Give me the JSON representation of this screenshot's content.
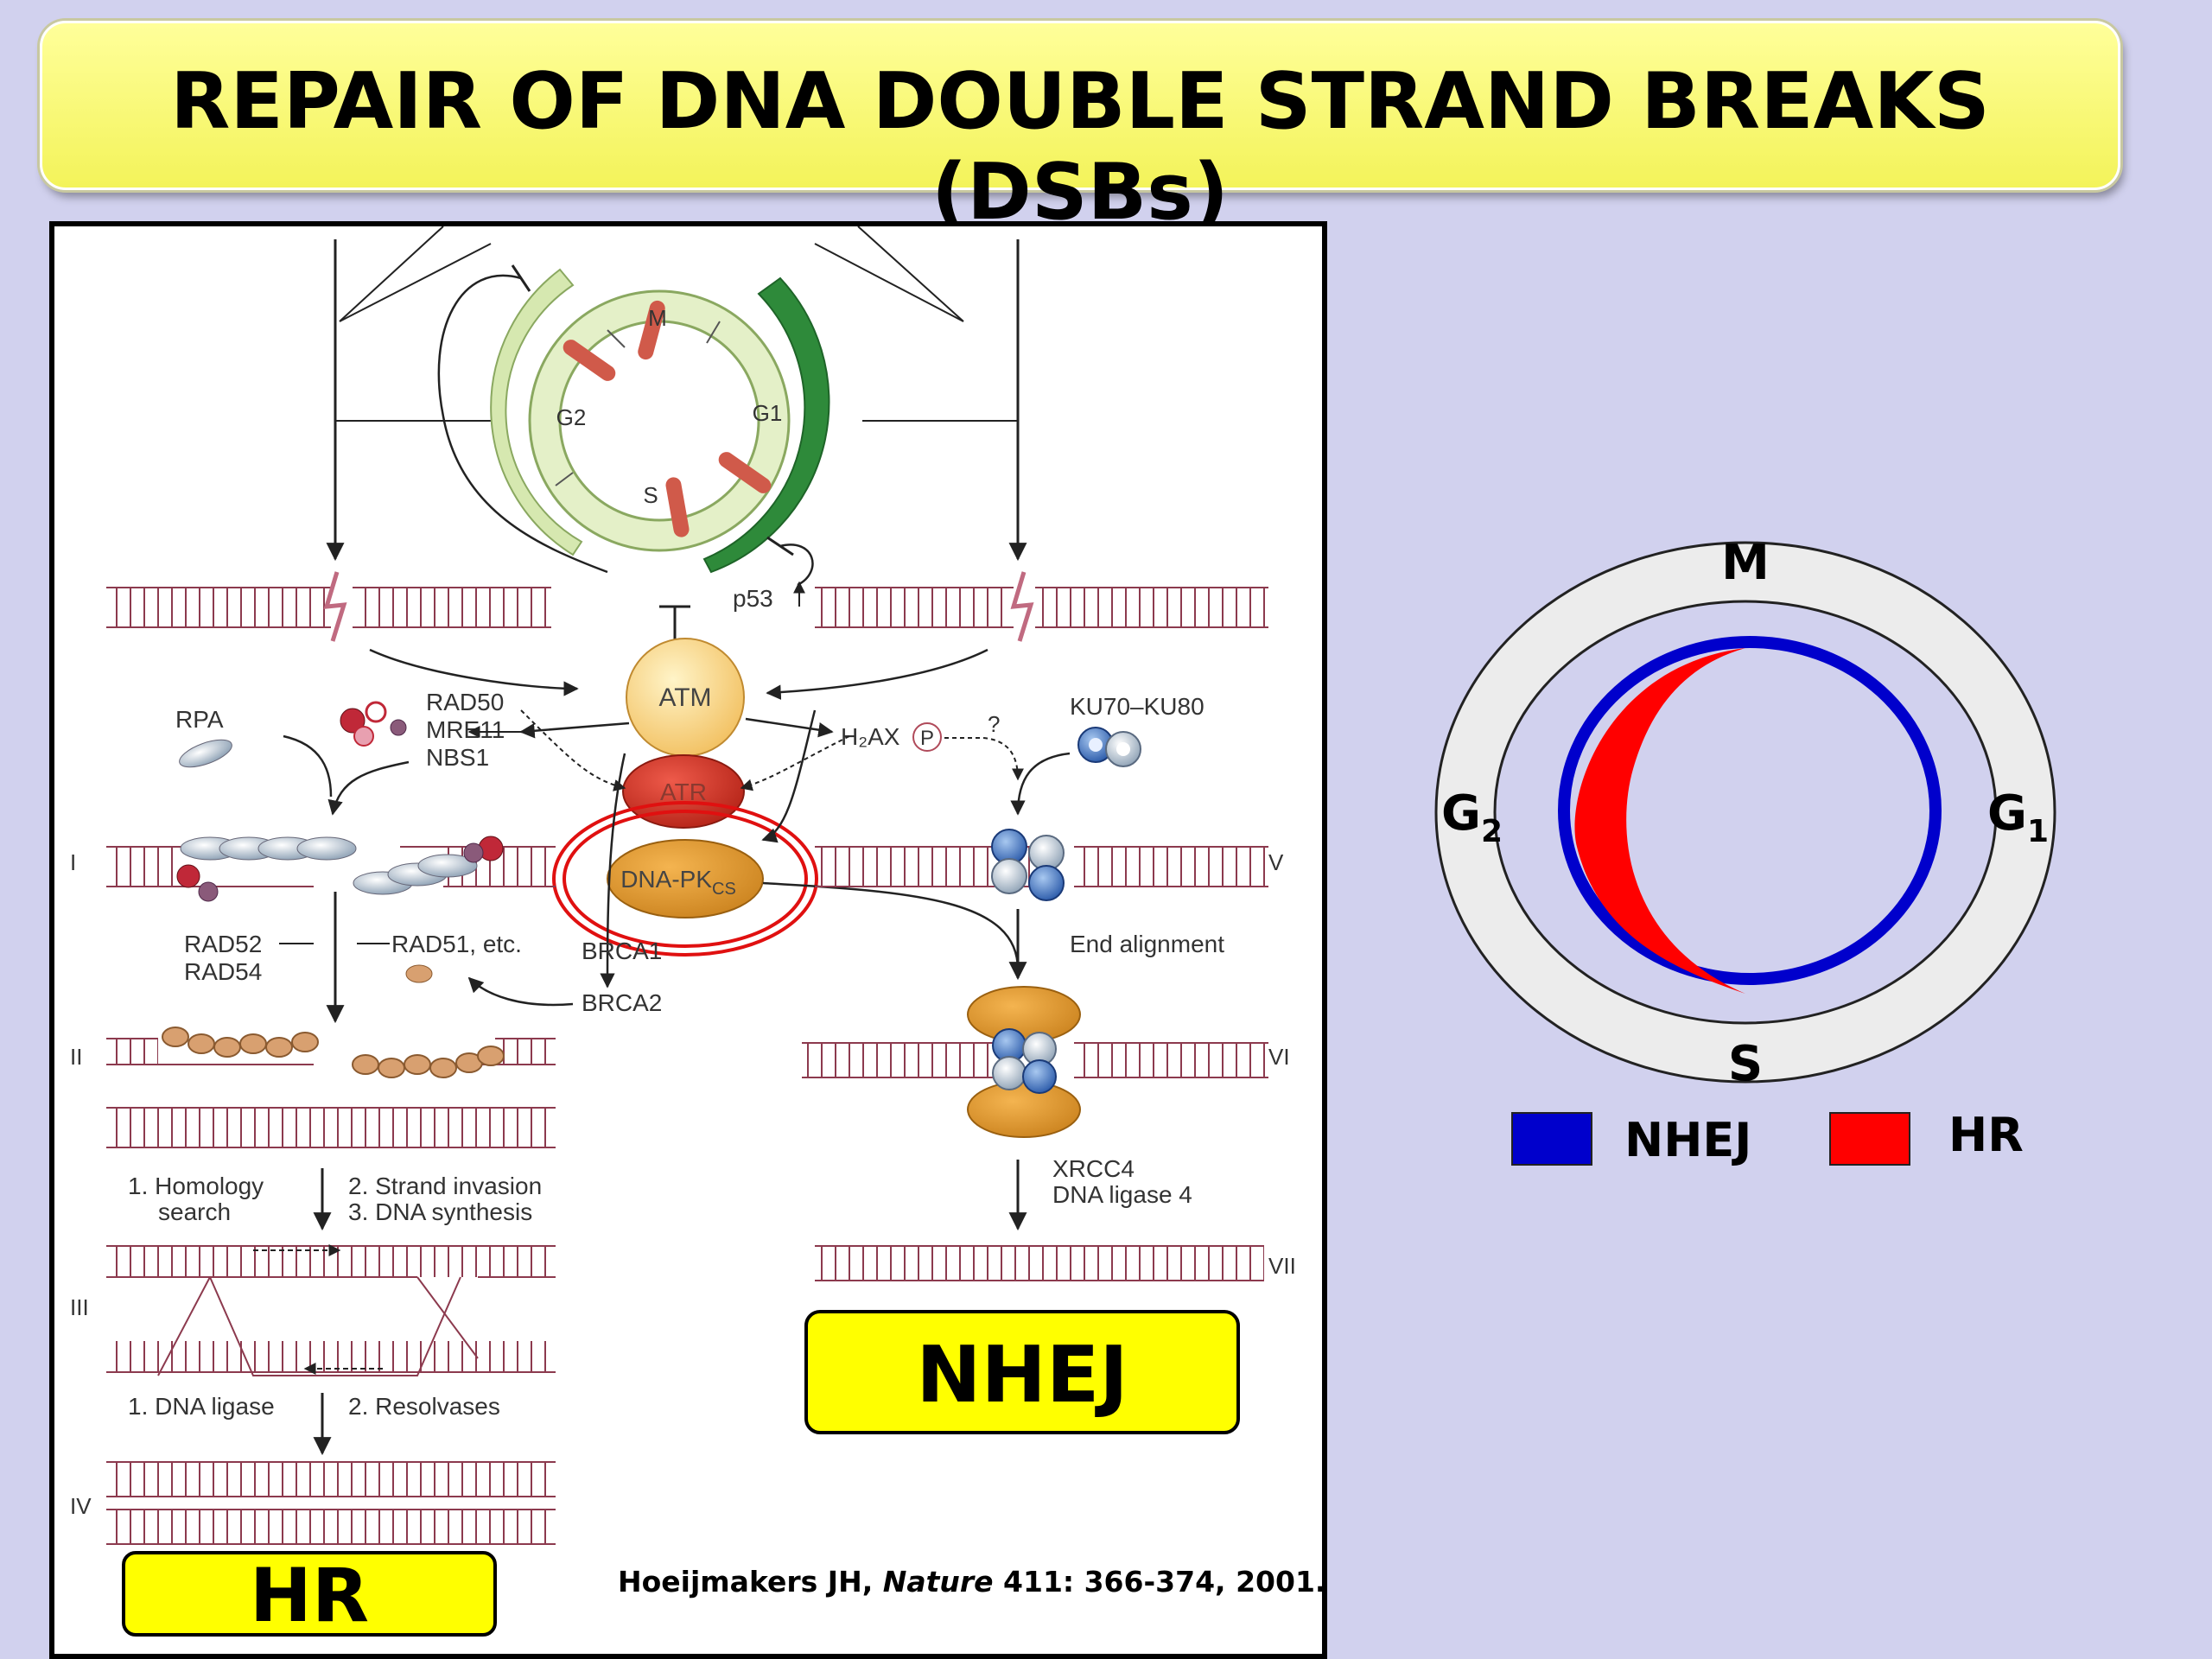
{
  "title": "REPAIR OF DNA DOUBLE STRAND BREAKS (DSBs)",
  "figure": {
    "cycle_phases": [
      "M",
      "G1",
      "S",
      "G2"
    ],
    "proteins": {
      "atm": "ATM",
      "atr": "ATR",
      "dnapk": "DNA-PK",
      "dnapk_sub": "CS",
      "p53": "p53",
      "h2ax": "H₂AX",
      "phospho": "P",
      "question": "?"
    },
    "hr_labels": {
      "rpa": "RPA",
      "rad50": "RAD50",
      "mre11": "MRE11",
      "nbs1": "NBS1",
      "rad52": "RAD52",
      "rad54": "RAD54",
      "rad51": "RAD51, etc.",
      "brca1": "BRCA1",
      "brca2": "BRCA2",
      "step1a": "1. Homology",
      "step1b": "search",
      "step2": "2. Strand invasion",
      "step3": "3. DNA synthesis",
      "step4": "1. DNA ligase",
      "step5": "2. Resolvases"
    },
    "nhej_labels": {
      "ku": "KU70–KU80",
      "end_alignment": "End alignment",
      "xrcc4": "XRCC4",
      "ligase4": "DNA ligase 4"
    },
    "stages": [
      "I",
      "II",
      "III",
      "IV",
      "V",
      "VI",
      "VII"
    ],
    "hr_badge": "HR",
    "nhej_badge": "NHEJ",
    "citation_author": "Hoeijmakers JH, ",
    "citation_journal": "Nature",
    "citation_rest": " 411: 366-374, 2001."
  },
  "cycle_diagram": {
    "phases": {
      "m": "M",
      "g2": "G",
      "g2_sub": "2",
      "g1": "G",
      "g1_sub": "1",
      "s": "S"
    },
    "legend": [
      {
        "label": "NHEJ",
        "color": "#0000cc"
      },
      {
        "label": "HR",
        "color": "#ff0000"
      }
    ]
  }
}
